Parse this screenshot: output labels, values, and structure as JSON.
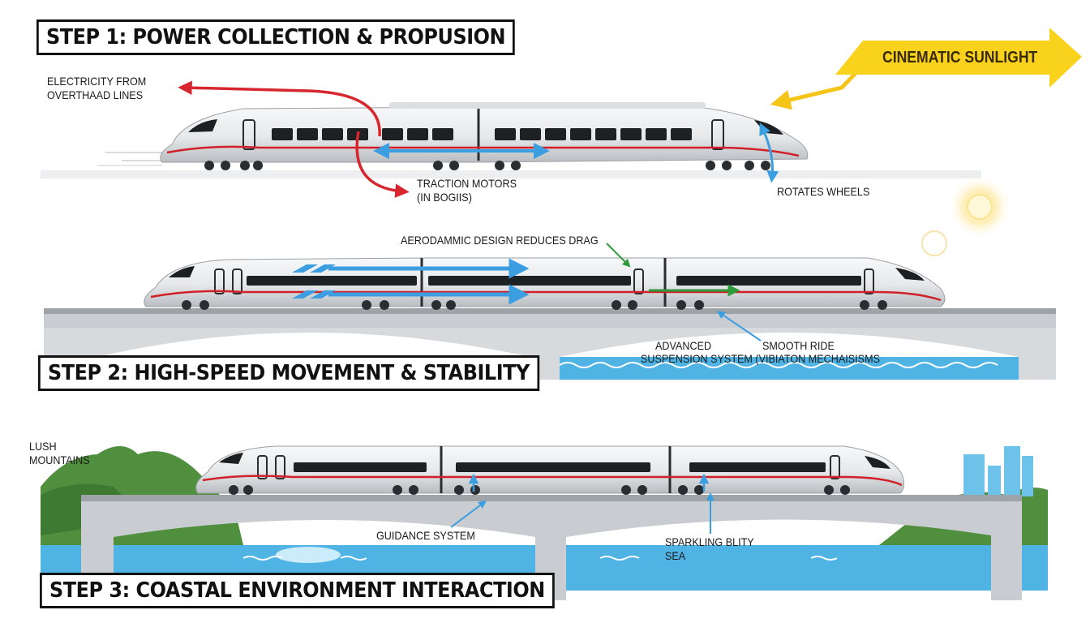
{
  "steps": [
    {
      "label": "STEP 1: POWER COLLECTION & PROPUSION"
    },
    {
      "label": "STEP 2: HIGH-SPEED MOVEMENT & STABILITY"
    },
    {
      "label": "STEP 3: COASTAL ENVIRONMENT INTERACTION"
    }
  ],
  "annotations": {
    "electricity": "ELECTRICITY FROM\nOVERTHAAD LINES",
    "traction": "TRACTION MOTORS\n(IN BOGIIS)",
    "rotates": "ROTATES WHEELS",
    "sunlight": "CINEMATIC SUNLIGHT",
    "aero": "AERODAMMIC DESIGN REDUCES DRAG",
    "advanced": "ADVANCED",
    "smooth": "SMOOTH RIDE",
    "suspension": "SUSPENSION SYSTEM (VIBIATON MECHAISISMS",
    "mountains": "LUSH\nMOUNTAINS",
    "guidance": "GUIDANCE SYSTEM",
    "sparkling": "SPARKLING BLITY\nSEA"
  },
  "colors": {
    "power_arrow": "#d7262e",
    "motion_arrow": "#3a9ee0",
    "aero_arrow": "#2e9a3a",
    "sunlight_arrow": "#f5c518",
    "train_stripe": "#d0202a",
    "water": "#4fb3e3",
    "mountain": "#4f8f3e",
    "bridge": "#c9cdd1"
  }
}
